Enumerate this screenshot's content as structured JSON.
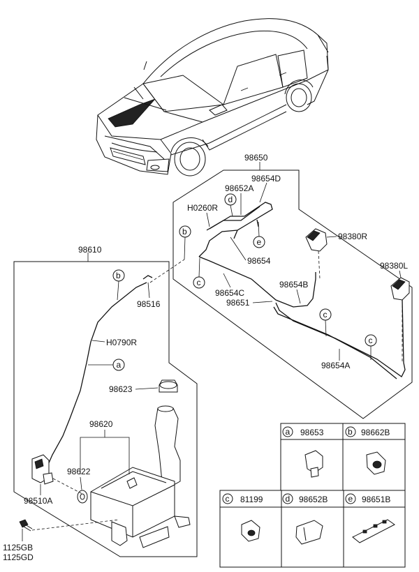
{
  "diagram": {
    "part_labels": {
      "p98650": "98650",
      "p98654D": "98654D",
      "p98652A": "98652A",
      "pH0260R": "H0260R",
      "p98654": "98654",
      "p98380R": "98380R",
      "p98380L": "98380L",
      "p98654B": "98654B",
      "p98654C": "98654C",
      "p98651": "98651",
      "p98654A": "98654A",
      "p98610": "98610",
      "p98516": "98516",
      "pH0790R": "H0790R",
      "p98623": "98623",
      "p98620": "98620",
      "p98622": "98622",
      "p98510A": "98510A",
      "p1125GB": "1125GB",
      "p1125GD": "1125GD"
    },
    "callouts": {
      "a": "a",
      "b": "b",
      "c": "c",
      "d": "d",
      "e": "e"
    },
    "legend": {
      "cells": [
        {
          "letter": "a",
          "part": "98653"
        },
        {
          "letter": "b",
          "part": "98662B"
        },
        {
          "letter": "c",
          "part": "81199"
        },
        {
          "letter": "d",
          "part": "98652B"
        },
        {
          "letter": "e",
          "part": "98651B"
        }
      ]
    }
  }
}
